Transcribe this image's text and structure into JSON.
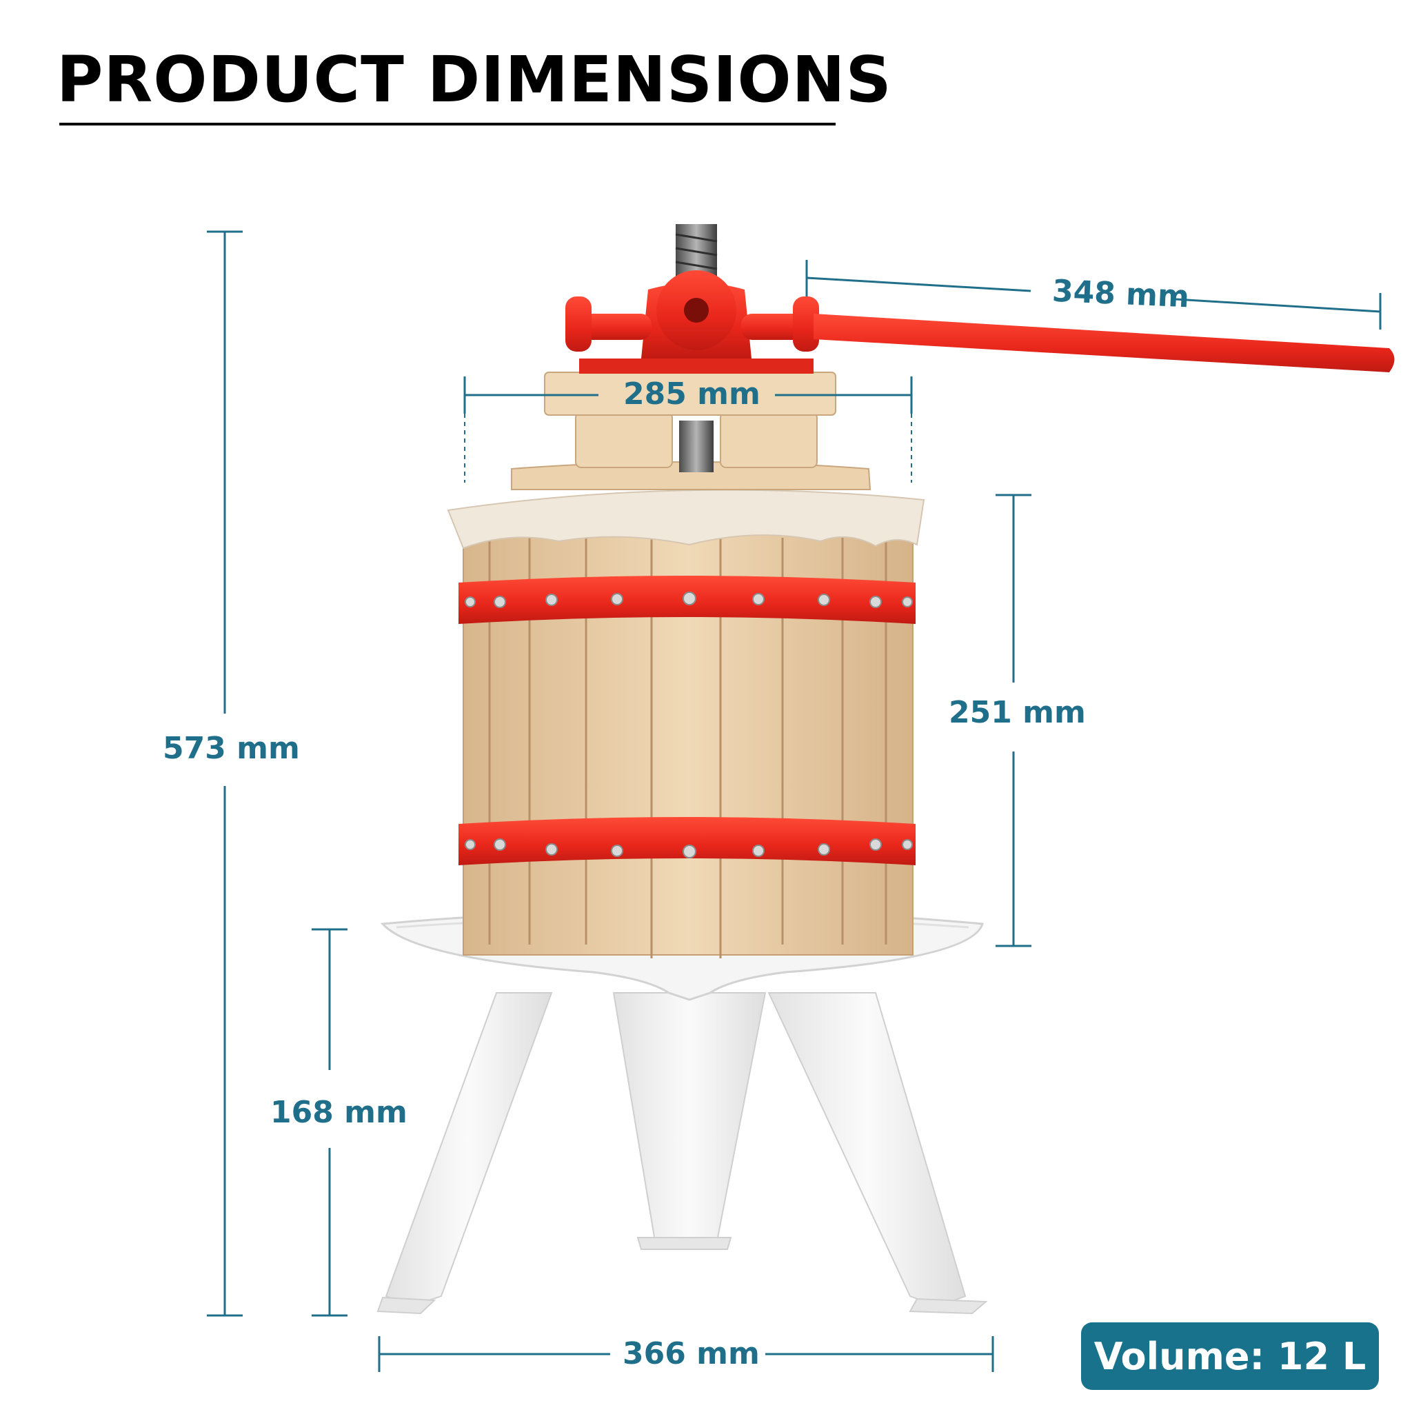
{
  "title": "PRODUCT DIMENSIONS",
  "dimensions": {
    "overall_height": "573 mm",
    "handle_length": "348 mm",
    "top_width": "285 mm",
    "barrel_height": "251 mm",
    "stand_height": "168 mm",
    "base_width": "366 mm"
  },
  "volume_badge": "Volume: 12 L",
  "colors": {
    "accent": "#1f6f8b",
    "badge_bg": "#18728c",
    "press_red": "#e8261b",
    "wood": "#ecd3ad",
    "stand_white": "#f4f4f4"
  }
}
